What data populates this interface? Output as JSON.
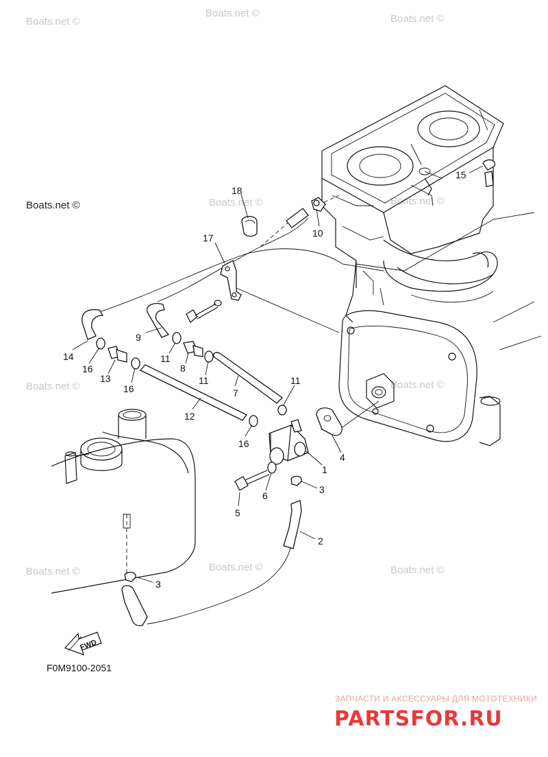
{
  "watermarks": [
    "Boats.net ©",
    "Boats.net ©",
    "Boats.net ©",
    "Boats.net ©",
    "Boats.net ©",
    "Boats.net ©",
    "Boats.net ©",
    "Boats.net ©",
    "Boats.net ©",
    "Boats.net ©"
  ],
  "watermark_main": "Boats.net ©",
  "callouts": {
    "c1": "1",
    "c2": "2",
    "c3a": "3",
    "c3b": "3",
    "c4": "4",
    "c5": "5",
    "c6": "6",
    "c7": "7",
    "c8": "8",
    "c9": "9",
    "c10": "10",
    "c11a": "11",
    "c11b": "11",
    "c11c": "11",
    "c12": "12",
    "c13": "13",
    "c14": "14",
    "c15": "15",
    "c16a": "16",
    "c16b": "16",
    "c16c": "16",
    "c17": "17",
    "c18": "18"
  },
  "fwd_label": "FWD",
  "diagram_code": "F0M9100-2051",
  "branding": {
    "tagline": "ЗАПЧАСТИ И АКСЕССУАРЫ ДЛЯ МОТОТЕХНИКИ",
    "logo": "PARTSFOR.RU",
    "logo_color": "#e63a3a"
  }
}
